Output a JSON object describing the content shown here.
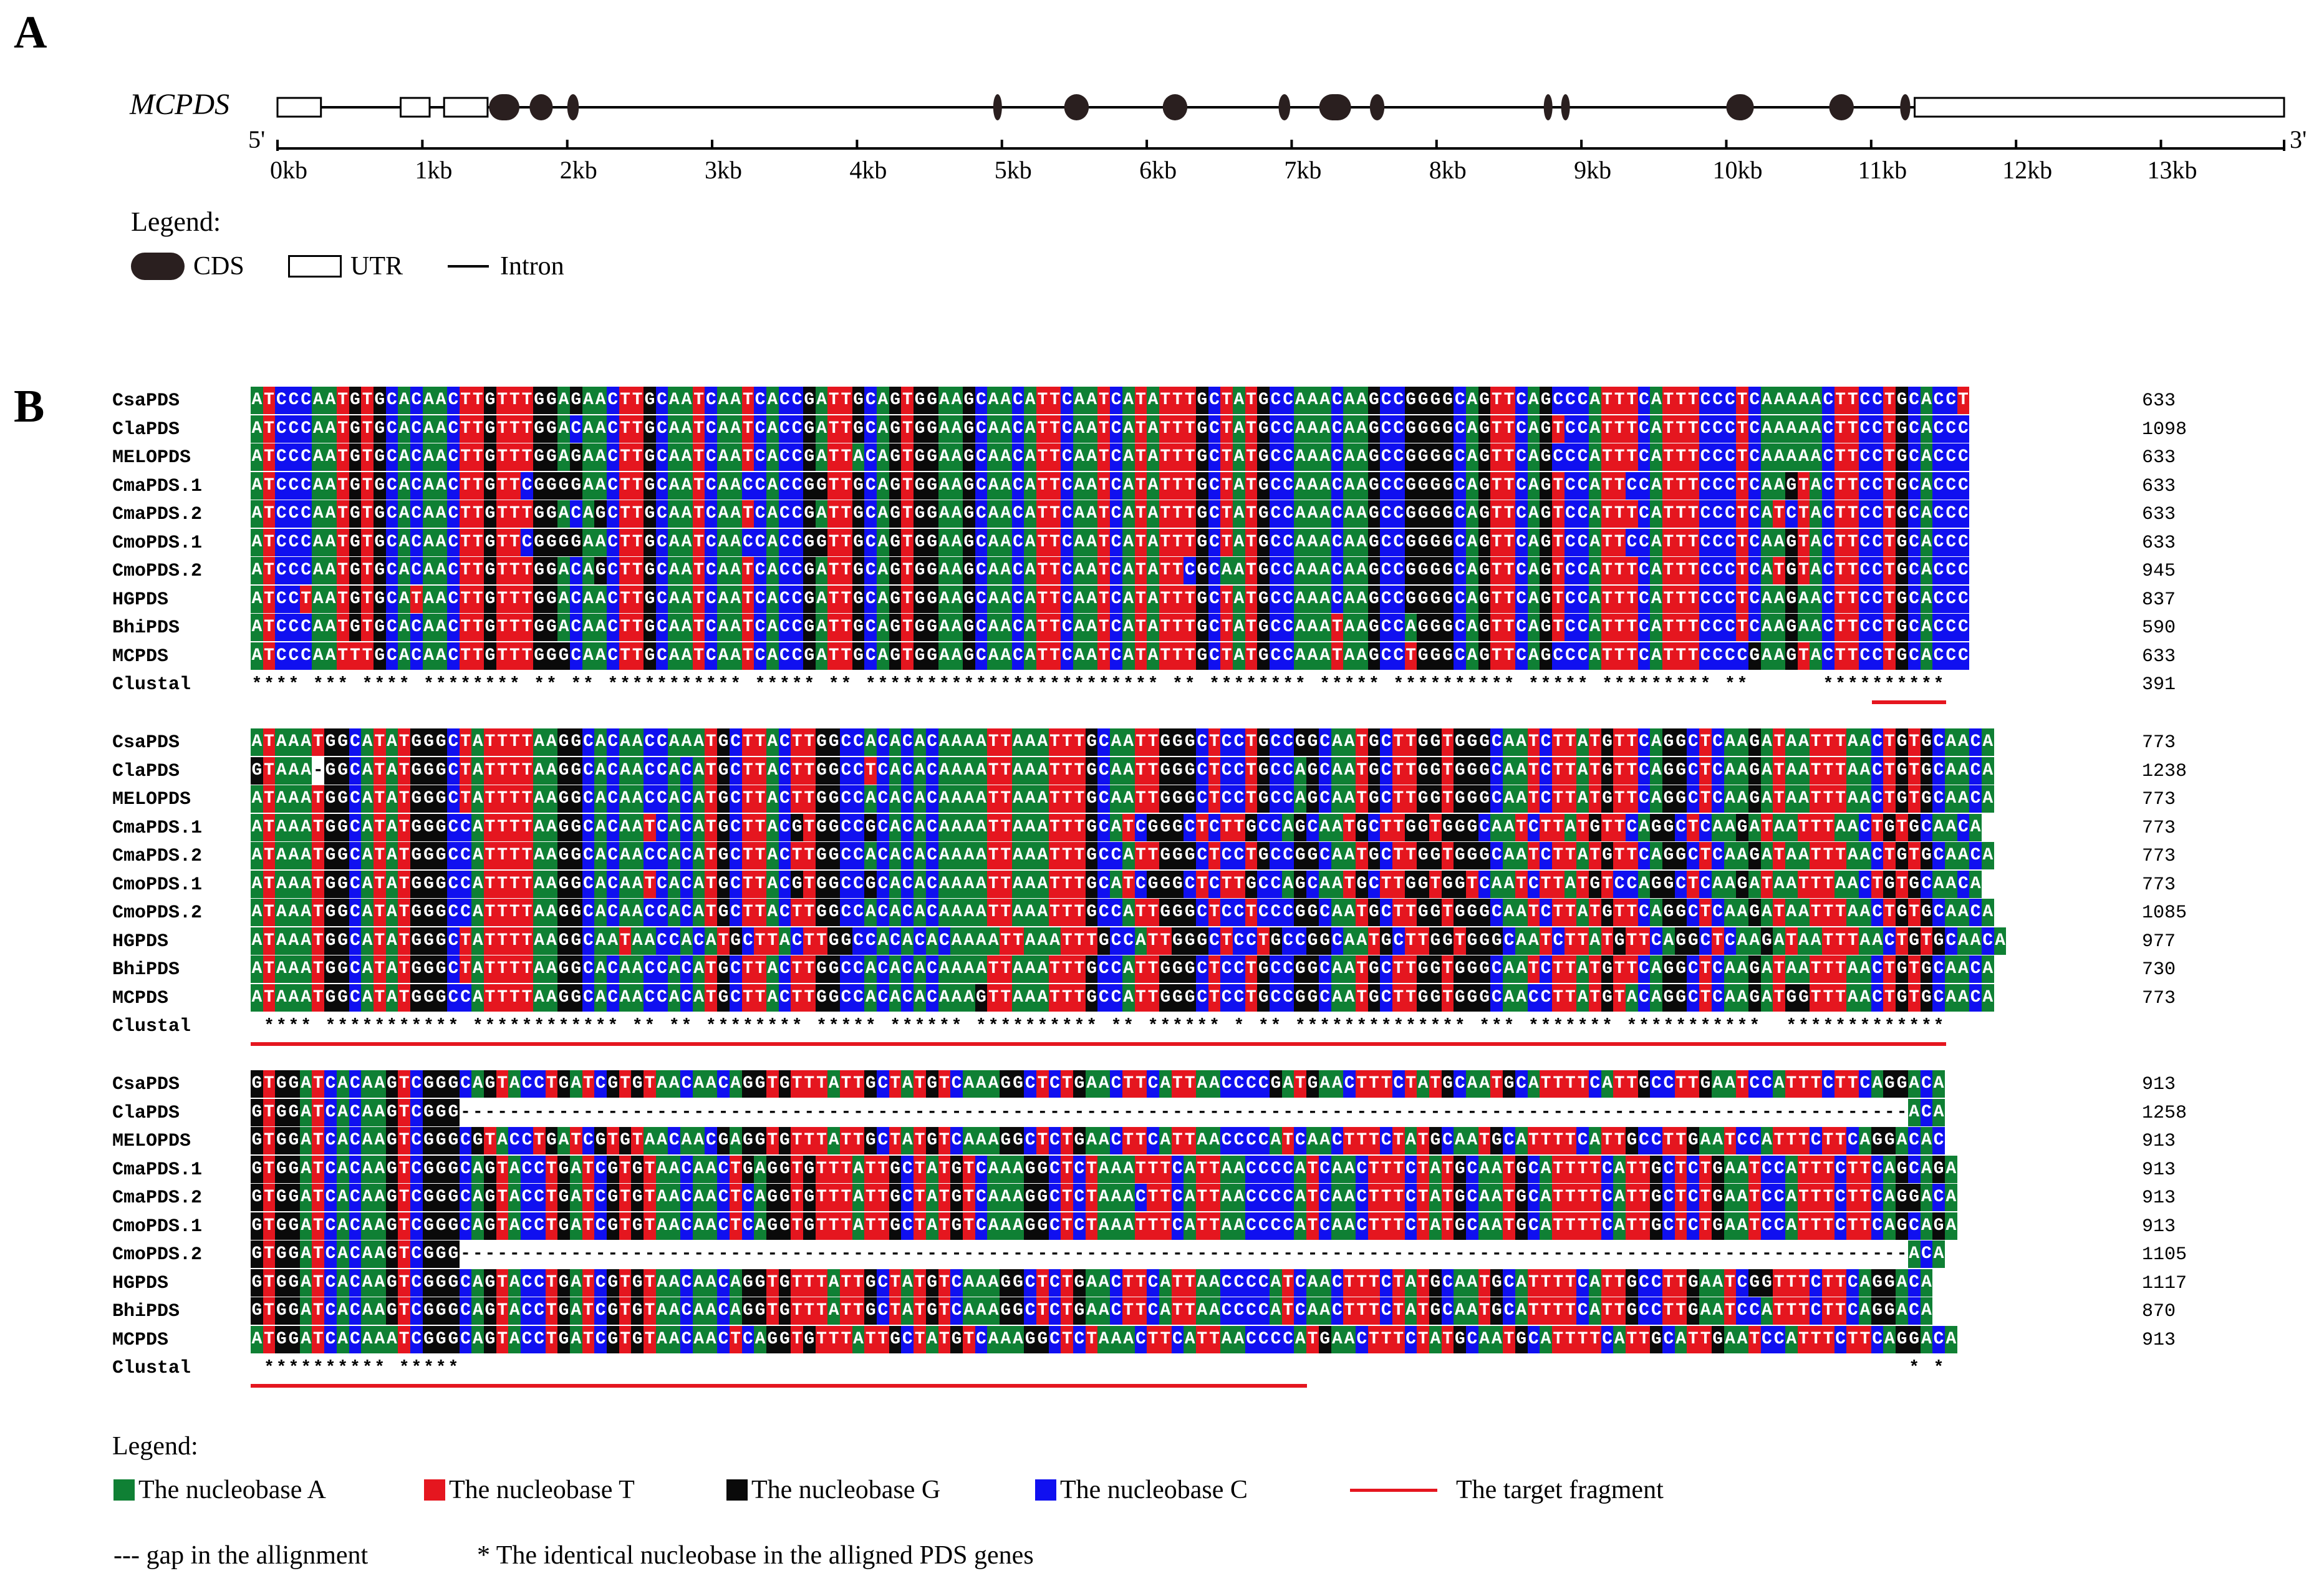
{
  "panel_a": {
    "letter": "A",
    "gene_name": "MCPDS",
    "five_prime": "5'",
    "three_prime": "3'",
    "axis_ticks": [
      "0kb",
      "1kb",
      "2kb",
      "3kb",
      "4kb",
      "5kb",
      "6kb",
      "7kb",
      "8kb",
      "9kb",
      "10kb",
      "11kb",
      "12kb",
      "13kb"
    ],
    "axis_max_kb": 13.85,
    "features": [
      {
        "type": "UTR",
        "start": 0.0,
        "end": 0.3
      },
      {
        "type": "UTR",
        "start": 0.85,
        "end": 1.05
      },
      {
        "type": "UTR",
        "start": 1.15,
        "end": 1.45
      },
      {
        "type": "CDS",
        "start": 1.46,
        "end": 1.67
      },
      {
        "type": "CDS",
        "start": 1.74,
        "end": 1.9
      },
      {
        "type": "CDS",
        "start": 2.0,
        "end": 2.08
      },
      {
        "type": "CDS",
        "start": 4.94,
        "end": 4.99
      },
      {
        "type": "CDS",
        "start": 5.43,
        "end": 5.6
      },
      {
        "type": "CDS",
        "start": 6.11,
        "end": 6.28
      },
      {
        "type": "CDS",
        "start": 6.91,
        "end": 6.99
      },
      {
        "type": "CDS",
        "start": 7.19,
        "end": 7.41
      },
      {
        "type": "CDS",
        "start": 7.54,
        "end": 7.64
      },
      {
        "type": "CDS",
        "start": 8.74,
        "end": 8.79
      },
      {
        "type": "CDS",
        "start": 8.86,
        "end": 8.92
      },
      {
        "type": "CDS",
        "start": 10.0,
        "end": 10.19
      },
      {
        "type": "CDS",
        "start": 10.71,
        "end": 10.88
      },
      {
        "type": "CDS",
        "start": 11.2,
        "end": 11.27
      },
      {
        "type": "UTR",
        "start": 11.3,
        "end": 13.85
      }
    ],
    "legend": {
      "title": "Legend:",
      "cds": "CDS",
      "utr": "UTR",
      "intron": "Intron"
    }
  },
  "panel_b": {
    "letter": "B",
    "blocks": [
      {
        "rows": [
          {
            "name": "CsaPDS",
            "seq": "ATCCCAATGTGCACAACTTGTTTGGAGAACTTGCAATCAATCACCGATTGCAGTGGAAGCAACATTCAATCATATTTGCTATGCCAAACAAGCCGGGGCAGTTCAGCCCATTTCATTTCCCTCAAAAACTTCCTGCACCT",
            "num": "633"
          },
          {
            "name": "ClaPDS",
            "seq": "ATCCCAATGTGCACAACTTGTTTGGACAACTTGCAATCAATCACCGATTGCAGTGGAAGCAACATTCAATCATATTTGCTATGCCAAACAAGCCGGGGCAGTTCAGTCCATTTCATTTCCCTCAAAAACTTCCTGCACCC",
            "num": "1098"
          },
          {
            "name": "MELOPDS",
            "seq": "ATCCCAATGTGCACAACTTGTTTGGAGAACTTGCAATCAATCACCGATTACAGTGGAAGCAACATTCAATCATATTTGCTATGCCAAACAAGCCGGGGCAGTTCAGCCCATTTCATTTCCCTCAAAAACTTCCTGCACCC",
            "num": "633"
          },
          {
            "name": "CmaPDS.1",
            "seq": "ATCCCAATGTGCACAACTTGTTCGGGGAACTTGCAATCAACCACCGGTTGCAGTGGAAGCAACATTCAATCATATTTGCTATGCCAAACAAGCCGGGGCAGTTCAGTCCATTCCATTTCCCTCAAGTACTTCCTGCACCC",
            "num": "633"
          },
          {
            "name": "CmaPDS.2",
            "seq": "ATCCCAATGTGCACAACTTGTTTGGACAGCTTGCAATCAATCACCGATTGCAGTGGAAGCAACATTCAATCATATTTGCTATGCCAAACAAGCCGGGGCAGTTCAGTCCATTTCATTTCCCTCATCTACTTCCTGCACCC",
            "num": "633"
          },
          {
            "name": "CmoPDS.1",
            "seq": "ATCCCAATGTGCACAACTTGTTCGGGGAACTTGCAATCAACCACCGGTTGCAGTGGAAGCAACATTCAATCATATTTGCTATGCCAAACAAGCCGGGGCAGTTCAGTCCATTCCATTTCCCTCAAGTACTTCCTGCACCC",
            "num": "633"
          },
          {
            "name": "CmoPDS.2",
            "seq": "ATCCCAATGTGCACAACTTGTTTGGACAGCTTGCAATCAATCACCGATTGCAGTGGAAGCAACATTCAATCATATTCGCAATGCCAAACAAGCCGGGGCAGTTCAGTCCATTTCATTTCCCTCATGTACTTCCTGCACCC",
            "num": "945"
          },
          {
            "name": "HGPDS",
            "seq": "ATCCTAATGTGCATAACTTGTTTGGACAACTTGCAATCAATCACCGATTGCAGTGGAAGCAACATTCAATCATATTTGCTATGCCAAACAAGCCGGGGCAGTTCAGTCCATTTCATTTCCCTCAAGAACTTCCTGCACCC",
            "num": "837"
          },
          {
            "name": "BhiPDS",
            "seq": "ATCCCAATGTGCACAACTTGTTTGGACAACTTGCAATCAATCACCGATTGCAGTGGAAGCAACATTCAATCATATTTGCTATGCCAAATAAGCCAGGGCAGTTCAGTCCATTTCATTTCCCTCAAGAACTTCCTGCACCC",
            "num": "590"
          },
          {
            "name": "MCPDS",
            "seq": "ATCCCAATTTGCACAACTTGTTTGGGCAACTTGCAATCAATCACCGATTGCAGTGGAAGCAACATTCAATCATATTTGCTATGCCAAATAAGCCTGGGCAGTTCAGCCCATTTCATTTCCCCGAAGTACTTCCTGCACCC",
            "num": "633"
          }
        ],
        "clustal": "****.***.****.********.**.**.***********.*****.**.************************.**.********.*****.**********.*****.*********.**......**********",
        "clustal_num": "391"
      },
      {
        "rows": [
          {
            "name": "CsaPDS",
            "seq": "ATAAATGGCATATGGGCTATTTTAAGGCACAACCAAATGCTTACTTGGCCACACACAAAATTAAATTTGCAATTGGGCTCCTGCCGGCAATGCTTGGTGGGCAATCTTATGTTCAGGCTCAAGATAATTTAACTGTGCAACA",
            "num": "773"
          },
          {
            "name": "ClaPDS",
            "seq": "GTAAA-GGCATATGGGCTATTTTAAGGCACAACCACATGCTTACTTGGCCTCACACAAAATTAAATTTGCAATTGGGCTCCTGCCAGCAATGCTTGGTGGGCAATCTTATGTTCAGGCTCAAGATAATTTAACTGTGCAACA",
            "num": "1238"
          },
          {
            "name": "MELOPDS",
            "seq": "ATAAATGGCATATGGGCTATTTTAAGGCACAACCACATGCTTACTTGGCCACACACAAAATTAAATTTGCAATTGGGCTCCTGCCAGCAATGCTTGGTGGGCAATCTTATGTTCAGGCTCAAGATAATTTAACTGTGCAACA",
            "num": "773"
          },
          {
            "name": "CmaPDS.1",
            "seq": "ATAAATGGCATATGGGCCATTTTAAGGCACAATCACATGCTTACGTGGCCGCACACAAAATTAAATTTGCATCGGGCTCTTGCCAGCAATGCTTGGTGGGCAATCTTATGTTCAGGCTCAAGATAATTTAACTGTGCAACA",
            "num": "773"
          },
          {
            "name": "CmaPDS.2",
            "seq": "ATAAATGGCATATGGGCCATTTTAAGGCACAACCACATGCTTACTTGGCCACACACAAAATTAAATTTGCCATTGGGCTCCTGCCGGCAATGCTTGGTGGGCAATCTTATGTTCAGGCTCAAGATAATTTAACTGTGCAACA",
            "num": "773"
          },
          {
            "name": "CmoPDS.1",
            "seq": "ATAAATGGCATATGGGCCATTTTAAGGCACAATCACATGCTTACGTGGCCGCACACAAAATTAAATTTGCATCGGGCTCTTGCCAGCAATGCTTGGTGGTCAATCTTATGTCCAGGCTCAAGATAATTTAACTGTGCAACA",
            "num": "773"
          },
          {
            "name": "CmoPDS.2",
            "seq": "ATAAATGGCATATGGGCCATTTTAAGGCACAACCACATGCTTACTTGGCCACACACAAAATTAAATTTGCCATTGGGCTCCTCCCGGCAATGCTTGGTGGGCAATCTTATGTTCAGGCTCAAGATAATTTAACTGTGCAACA",
            "num": "1085"
          },
          {
            "name": "HGPDS",
            "seq": "ATAAATGGCATATGGGCTATTTTAAGGCAATAACCACATGCTTACTTGGCCACACACAAAATTAAATTTGCCATTGGGCTCCTGCCGGCAATGCTTGGTGGGCAATCTTATGTTCAGGCTCAAGATAATTTAACTGTGCAACA",
            "num": "977"
          },
          {
            "name": "BhiPDS",
            "seq": "ATAAATGGCATATGGGCTATTTTAAGGCACAACCACATGCTTACTTGGCCACACACAAAATTAAATTTGCCATTGGGCTCCTGCCGGCAATGCTTGGTGGGCAATCTTATGTTCAGGCTCAAGATAATTTAACTGTGCAACA",
            "num": "730"
          },
          {
            "name": "MCPDS",
            "seq": "ATAAATGGCATATGGGCCATTTTAAGGCACAACCACATGCTTACTTGGCCACACACAAAGTTAAATTTGCCATTGGGCTCCTGCCGGCAATGCTTGGTGGGCAACCTTATGTACAGGCTCAAGATGGTTTAACTGTGCAACA",
            "num": "773"
          }
        ],
        "clustal": ".****.***********.************.**.**.********.*****.******.**********.**.******.*.**.**************.***.*******.***********..*************",
        "clustal_num": ""
      },
      {
        "rows": [
          {
            "name": "CsaPDS",
            "seq": "GTGGATCACAAGTCGGGCAGTACCTGATCGTGTAACAACAGGTGTTTATTGCTATGTCAAAGGCTCTGAACTTCATTAACCCCGATGAACTTTCTATGCAATGCATTTTCATTGCCTTGAATCCATTTCTTCAGGACA",
            "num": "913"
          },
          {
            "name": "ClaPDS",
            "seq": "GTGGATCACAAGTCGGG----------------------------------------------------------------------------------------------------------------------ACA",
            "num": "1258"
          },
          {
            "name": "MELOPDS",
            "seq": "GTGGATCACAAGTCGGGCGTACCTGATCGTGTAACAACGAGGTGTTTATTGCTATGTCAAAGGCTCTGAACTTCATTAACCCCATCAACTTTCTATGCAATGCATTTTCATTGCCTTGAATCCATTTCTTCAGGACAC",
            "num": "913"
          },
          {
            "name": "CmaPDS.1",
            "seq": "GTGGATCACAAGTCGGGCAGTACCTGATCGTGTAACAACTGAGGTGTTTATTGCTATGTCAAAGGCTCTAAATTTCATTAACCCCATCAACTTTCTATGCAATGCATTTTCATTGCTCTGAATCCATTTCTTCAGCAGA",
            "num": "913"
          },
          {
            "name": "CmaPDS.2",
            "seq": "GTGGATCACAAGTCGGGCAGTACCTGATCGTGTAACAACTCAGGTGTTTATTGCTATGTCAAAGGCTCTAAACTTCATTAACCCCATCAACTTTCTATGCAATGCATTTTCATTGCTCTGAATCCATTTCTTCAGGACA",
            "num": "913"
          },
          {
            "name": "CmoPDS.1",
            "seq": "GTGGATCACAAGTCGGGCAGTACCTGATCGTGTAACAACTCAGGTGTTTATTGCTATGTCAAAGGCTCTAAATTTCATTAACCCCATCAACTTTCTATGCAATGCATTTTCATTGCTCTGAATCCATTTCTTCAGCAGA",
            "num": "913"
          },
          {
            "name": "CmoPDS.2",
            "seq": "GTGGATCACAAGTCGGG----------------------------------------------------------------------------------------------------------------------ACA",
            "num": "1105"
          },
          {
            "name": "HGPDS",
            "seq": "GTGGATCACAAGTCGGGCAGTACCTGATCGTGTAACAACAGGTGTTTATTGCTATGTCAAAGGCTCTGAACTTCATTAACCCCATCAACTTTCTATGCAATGCATTTTCATTGCCTTGAATCGGTTTCTTCAGGACA",
            "num": "1117"
          },
          {
            "name": "BhiPDS",
            "seq": "GTGGATCACAAGTCGGGCAGTACCTGATCGTGTAACAACAGGTGTTTATTGCTATGTCAAAGGCTCTGAACTTCATTAACCCCATCAACTTTCTATGCAATGCATTTTCATTGCCTTGAATCCATTTCTTCAGGACA",
            "num": "870"
          },
          {
            "name": "MCPDS",
            "seq": "ATGGATCACAAATCGGGCAGTACCTGATCGTGTAACAACTCAGGTGTTTATTGCTATGTCAAAGGCTCTAAACTTCATTAACCCCATGAACTTTCTATGCAATGCATTTTCATTGCATTGAATCCATTTCTTCAGGACA",
            "num": "913"
          }
        ],
        "clustal": ".**********.*****......................................................................................................................*.*",
        "clustal_num": ""
      }
    ],
    "clustal_label": "Clustal",
    "legend": {
      "title": "Legend:",
      "a": "The nucleobase A",
      "t": "The nucleobase T",
      "g": "The nucleobase G",
      "c": "The nucleobase C",
      "target": "The target fragment",
      "gap": "---  gap in the allignment",
      "identical": "* The identical nucleobase in the alligned PDS genes"
    },
    "colors": {
      "A": "#0f8034",
      "T": "#e5161f",
      "G": "#0a0a0a",
      "C": "#1010f0",
      "target": "#e5161f"
    }
  }
}
